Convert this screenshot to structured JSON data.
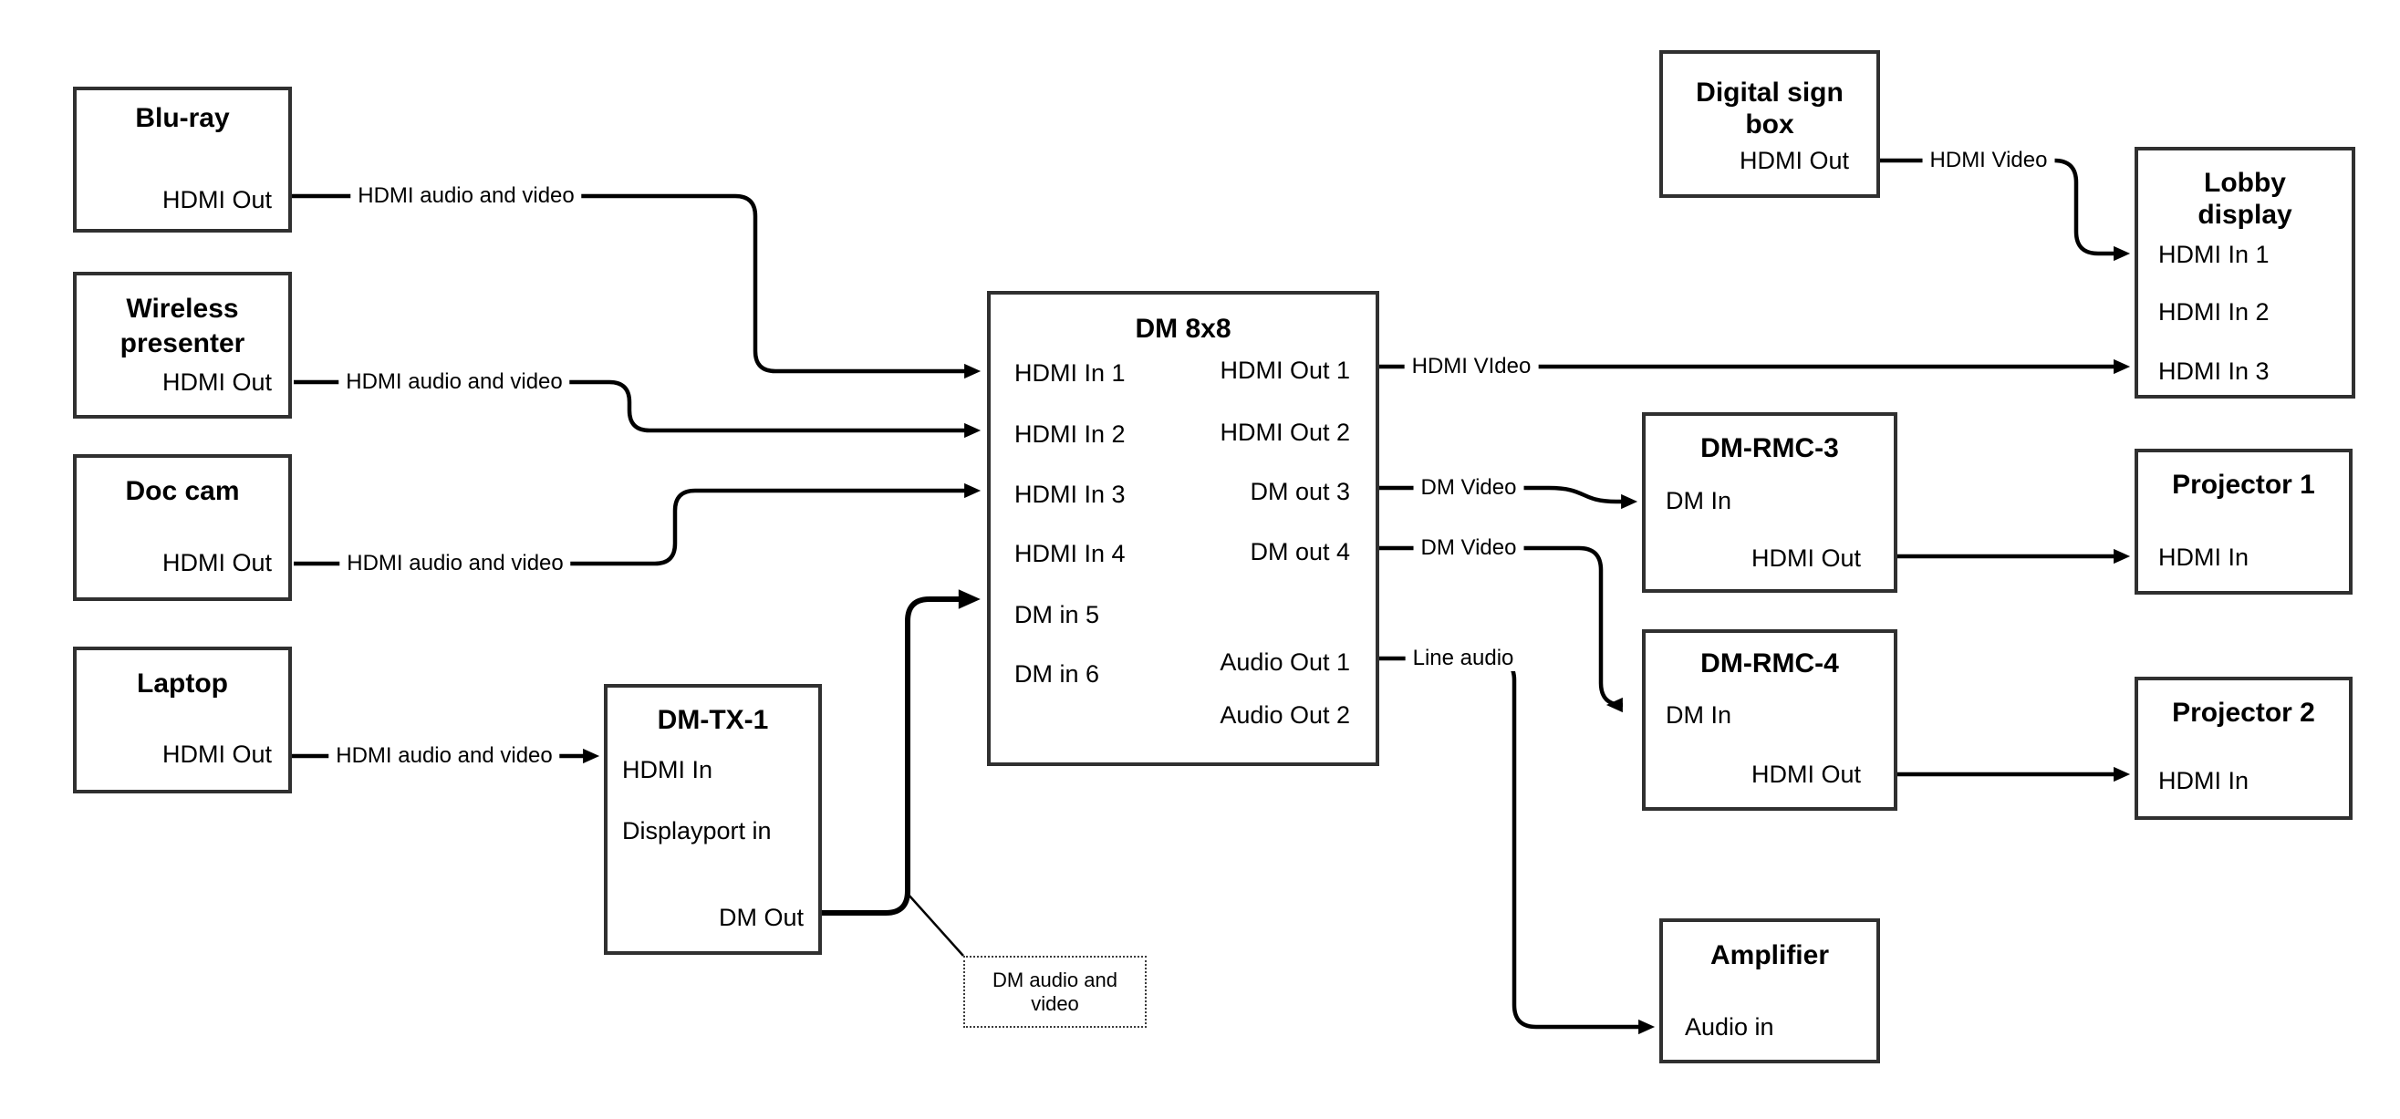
{
  "page": {
    "background": "#ffffff",
    "wire_color": "#000000",
    "box_border_color": "#303030"
  },
  "nodes": {
    "blu_ray": {
      "title": "Blu-ray",
      "port_out": "HDMI Out"
    },
    "wireless_presenter": {
      "title_line1": "Wireless",
      "title_line2": "presenter",
      "port_out": "HDMI Out"
    },
    "doc_cam": {
      "title": "Doc cam",
      "port_out": "HDMI Out"
    },
    "laptop": {
      "title": "Laptop",
      "port_out": "HDMI Out"
    },
    "dm_tx1": {
      "title": "DM-TX-1",
      "port_hdmi_in": "HDMI In",
      "port_dp_in": "Displayport in",
      "port_dm_out": "DM Out"
    },
    "dm_8x8": {
      "title": "DM 8x8",
      "inputs": [
        "HDMI In 1",
        "HDMI In 2",
        "HDMI In 3",
        "HDMI In 4",
        "DM in 5",
        "DM in 6"
      ],
      "outputs": [
        "HDMI Out 1",
        "HDMI Out 2",
        "DM out 3",
        "DM out 4",
        "Audio Out 1",
        "Audio Out 2"
      ]
    },
    "digital_sign_box": {
      "title_line1": "Digital sign",
      "title_line2": "box",
      "port_out": "HDMI Out"
    },
    "lobby_display": {
      "title_line1": "Lobby",
      "title_line2": "display",
      "inputs": [
        "HDMI In 1",
        "HDMI In 2",
        "HDMI In 3"
      ]
    },
    "dm_rmc3": {
      "title": "DM-RMC-3",
      "port_in": "DM In",
      "port_out": "HDMI Out"
    },
    "projector1": {
      "title": "Projector 1",
      "port_in": "HDMI In"
    },
    "dm_rmc4": {
      "title": "DM-RMC-4",
      "port_in": "DM In",
      "port_out": "HDMI Out"
    },
    "projector2": {
      "title": "Projector 2",
      "port_in": "HDMI In"
    },
    "amplifier": {
      "title": "Amplifier",
      "port_in": "Audio in"
    }
  },
  "edge_labels": {
    "bluray_to_dm": "HDMI audio and video",
    "wireless_to_dm": "HDMI audio and video",
    "doccam_to_dm": "HDMI audio and video",
    "laptop_to_tx": "HDMI audio and video",
    "sign_to_lobby": "HDMI Video",
    "hdmiout1_to_lobby": "HDMI VIdeo",
    "dmout3_to_rmc3": "DM Video",
    "dmout4_to_rmc4": "DM Video",
    "audioout1_to_amp": "Line audio"
  },
  "callout": {
    "line1": "DM audio and",
    "line2": "video"
  }
}
